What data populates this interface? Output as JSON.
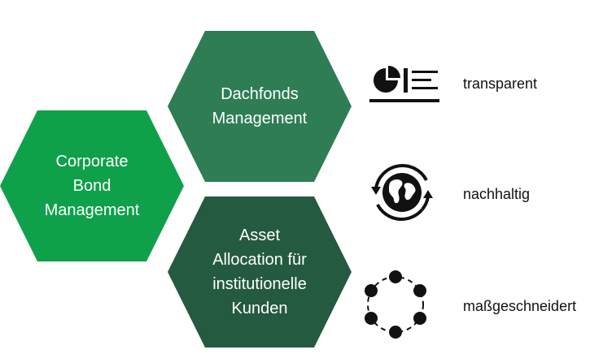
{
  "hexagons": {
    "corporate": {
      "label": "Corporate\nBond\nManagement",
      "color": "#0fa04a"
    },
    "dachfonds": {
      "label": "Dachfonds\nManagement",
      "color": "#2e7d55"
    },
    "asset": {
      "label": "Asset\nAllocation für\ninstitutionelle\nKunden",
      "color": "#245b40"
    }
  },
  "features": [
    {
      "icon": "chart-document-icon",
      "label": "transparent"
    },
    {
      "icon": "globe-cycle-icon",
      "label": "nachhaltig"
    },
    {
      "icon": "network-circle-icon",
      "label": "maßgeschneidert"
    }
  ]
}
